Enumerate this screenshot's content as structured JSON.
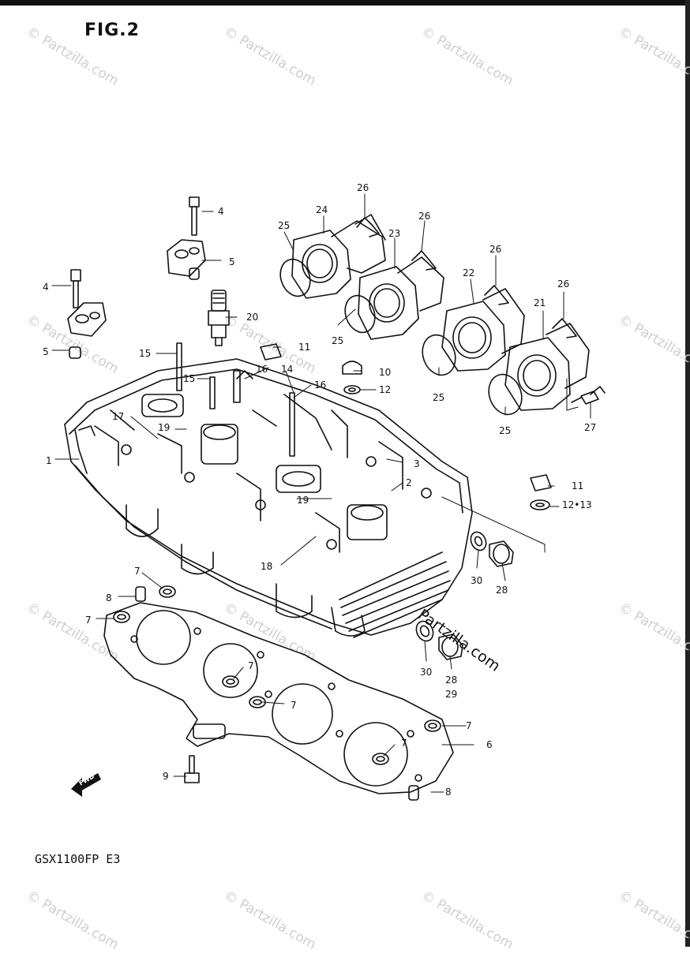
{
  "figure": {
    "title": "FIG.2",
    "model_code": "GSX1100FP  E3",
    "brand_stamp": "Partzilla.com",
    "watermark_text": "© Partzilla.com",
    "fwd_label": "FWD"
  },
  "callouts": [
    "1",
    "2",
    "3",
    "4",
    "4",
    "5",
    "5",
    "6",
    "7",
    "7",
    "7",
    "7",
    "7",
    "7",
    "8",
    "8",
    "9",
    "10",
    "11",
    "11",
    "12",
    "12•13",
    "14",
    "15",
    "15",
    "16",
    "16",
    "17",
    "18",
    "19",
    "19",
    "20",
    "21",
    "22",
    "23",
    "24",
    "25",
    "25",
    "25",
    "25",
    "26",
    "26",
    "26",
    "26",
    "27",
    "28",
    "28",
    "29",
    "30",
    "30"
  ],
  "colors": {
    "ink": "#111111",
    "watermark": "#cfcfcf",
    "paper": "#ffffff"
  }
}
